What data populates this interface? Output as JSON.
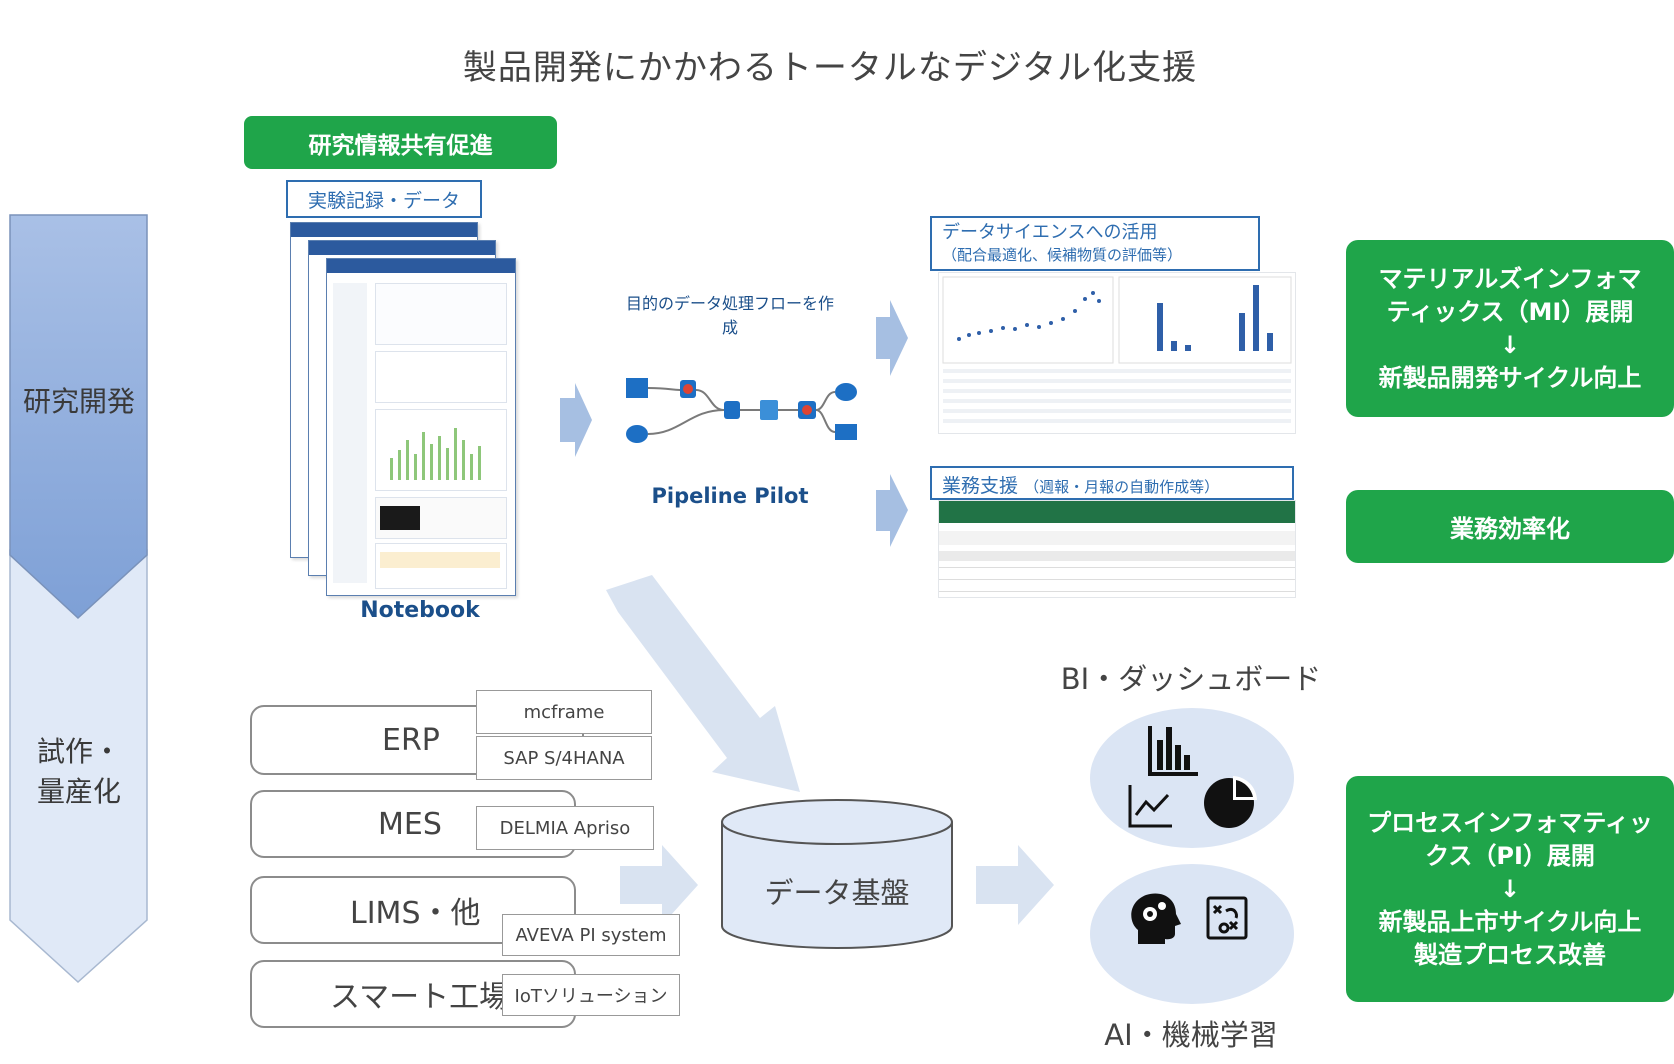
{
  "title": "製品開発にかかわるトータルなデジタル化支援",
  "phases": {
    "research": "研究開発",
    "production_line1": "試作・",
    "production_line2": "量産化"
  },
  "research_share": {
    "label": "研究情報共有促進",
    "experiment_records": "実験記録・データ",
    "notebook_caption": "Notebook"
  },
  "pipeline": {
    "flow_caption": "目的のデータ処理フローを作成",
    "caption": "Pipeline Pilot"
  },
  "data_science": {
    "title": "データサイエンスへの活用",
    "subtitle": "（配合最適化、候補物質の評価等）"
  },
  "business_support": {
    "title": "業務支援",
    "subtitle": "（週報・月報の自動作成等）"
  },
  "results": {
    "mi_line1": "マテリアルズインフォマ",
    "mi_line2": "ティックス（MI）展開",
    "mi_arrow": "↓",
    "mi_line3": "新製品開発サイクル向上",
    "efficiency": "業務効率化",
    "pi_line1": "プロセスインフォマティッ",
    "pi_line2": "クス（PI）展開",
    "pi_arrow": "↓",
    "pi_line3": "新製品上市サイクル向上",
    "pi_line4": "製造プロセス改善"
  },
  "systems": [
    {
      "name": "ERP",
      "tags": [
        "mcframe",
        "SAP S/4HANA"
      ]
    },
    {
      "name": "MES",
      "tags": [
        "DELMIA Apriso"
      ]
    },
    {
      "name": "LIMS・他",
      "tags": [
        "AVEVA PI system"
      ]
    },
    {
      "name": "スマート工場",
      "tags": [
        "IoTソリューション"
      ]
    }
  ],
  "data_platform": "データ基盤",
  "bi_dashboard": "BI・ダッシュボード",
  "ai_ml": "AI・機械学習",
  "colors": {
    "green": "#1fa54a",
    "blue_dark": "#2e6db0",
    "arrow_light": "#d9e3f1",
    "phase_top": "#7ea0d6",
    "phase_bottom": "#e0e9f7",
    "circle": "#dbe5f4"
  }
}
